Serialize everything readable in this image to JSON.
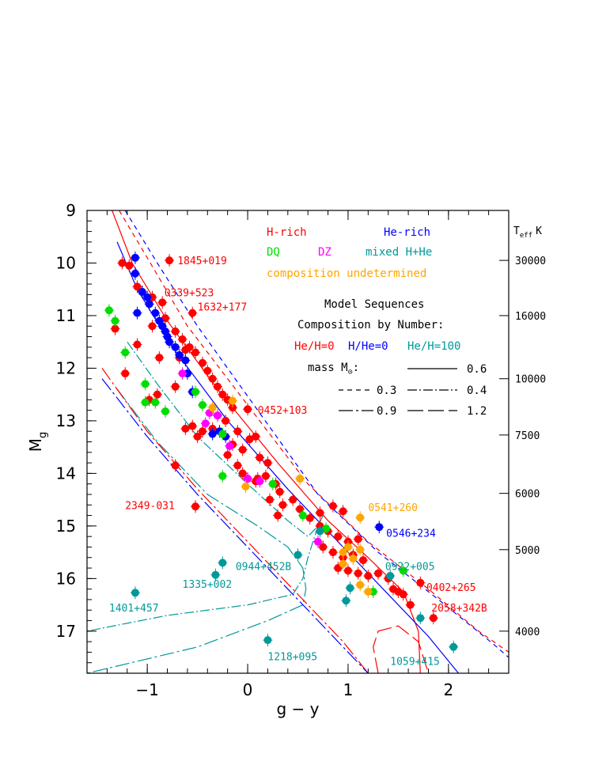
{
  "chart_data": {
    "type": "scatter",
    "xlabel": "g − y",
    "ylabel": "M",
    "ylabel_sub": "g",
    "right_label": "T",
    "right_label_sub": "eff",
    "right_label_unit": "K",
    "xlim": [
      -1.6,
      2.6
    ],
    "ylim": [
      9,
      17.8
    ],
    "y_inverted": true,
    "x_ticks": [
      -1,
      0,
      1,
      2
    ],
    "x_tick_labels": [
      "−1",
      "0",
      "1",
      "2"
    ],
    "y_ticks": [
      9,
      10,
      11,
      12,
      13,
      14,
      15,
      16,
      17
    ],
    "y_tick_labels": [
      "9",
      "10",
      "11",
      "12",
      "13",
      "14",
      "15",
      "16",
      "17"
    ],
    "teff_ticks": [
      {
        "label": "30000",
        "mg": 9.95
      },
      {
        "label": "16000",
        "mg": 11.0
      },
      {
        "label": "10000",
        "mg": 12.2
      },
      {
        "label": "7500",
        "mg": 13.27
      },
      {
        "label": "6000",
        "mg": 14.38
      },
      {
        "label": "5000",
        "mg": 15.45
      },
      {
        "label": "4000",
        "mg": 17.0
      }
    ],
    "legend": {
      "categories": [
        {
          "label": "H-rich",
          "color": "#ff0000"
        },
        {
          "label": "He-rich",
          "color": "#0000ff"
        },
        {
          "label": "DQ",
          "color": "#00dd00"
        },
        {
          "label": "DZ",
          "color": "#ff00ff"
        },
        {
          "label": "mixed H+He",
          "color": "#009999"
        },
        {
          "label": "composition undetermined",
          "color": "#ffa500"
        }
      ],
      "models_title": "Model Sequences",
      "composition_title": "Composition by Number:",
      "compositions": [
        {
          "label": "He/H=0",
          "color": "#ff0000"
        },
        {
          "label": "H/He=0",
          "color": "#0000ff"
        },
        {
          "label": "He/H=100",
          "color": "#009999"
        }
      ],
      "mass_title": "mass M",
      "masses": [
        "0.6",
        "0.3",
        "0.4",
        "0.9",
        "1.2"
      ]
    },
    "labels": [
      {
        "text": "1845+019",
        "x": -0.7,
        "y": 9.95,
        "color": "#ff0000"
      },
      {
        "text": "0339+523",
        "x": -0.83,
        "y": 10.56,
        "color": "#ff0000"
      },
      {
        "text": "1632+177",
        "x": -0.5,
        "y": 10.83,
        "color": "#ff0000"
      },
      {
        "text": "0452+103",
        "x": 0.1,
        "y": 12.79,
        "color": "#ff0000"
      },
      {
        "text": "2349-031",
        "x": -1.22,
        "y": 14.6,
        "color": "#ff0000"
      },
      {
        "text": "0541+260",
        "x": 1.2,
        "y": 14.64,
        "color": "#ffa500"
      },
      {
        "text": "0546+234",
        "x": 1.38,
        "y": 15.13,
        "color": "#0000ff"
      },
      {
        "text": "0944+452B",
        "x": -0.12,
        "y": 15.76,
        "color": "#009999"
      },
      {
        "text": "1335+002",
        "x": -0.65,
        "y": 16.1,
        "color": "#009999"
      },
      {
        "text": "1401+457",
        "x": -1.38,
        "y": 16.55,
        "color": "#009999"
      },
      {
        "text": "0922+005",
        "x": 1.37,
        "y": 15.76,
        "color": "#009999"
      },
      {
        "text": "0402+265",
        "x": 1.78,
        "y": 16.16,
        "color": "#ff0000"
      },
      {
        "text": "2058+342B",
        "x": 1.83,
        "y": 16.55,
        "color": "#ff0000"
      },
      {
        "text": "1218+095",
        "x": 0.2,
        "y": 17.48,
        "color": "#009999"
      },
      {
        "text": "1059+415",
        "x": 1.42,
        "y": 17.57,
        "color": "#009999"
      }
    ],
    "series": [
      {
        "name": "H-rich",
        "color": "#ff0000",
        "points": [
          [
            -1.25,
            10.0
          ],
          [
            -1.18,
            10.05
          ],
          [
            -1.1,
            10.45
          ],
          [
            -1.05,
            10.55
          ],
          [
            -0.95,
            10.65
          ],
          [
            -0.85,
            10.75
          ],
          [
            -0.78,
            9.95
          ],
          [
            -0.82,
            11.05
          ],
          [
            -0.72,
            11.3
          ],
          [
            -0.65,
            11.45
          ],
          [
            -0.62,
            11.65
          ],
          [
            -0.58,
            11.6
          ],
          [
            -0.68,
            11.8
          ],
          [
            -0.55,
            10.95
          ],
          [
            -0.52,
            11.7
          ],
          [
            -0.45,
            11.9
          ],
          [
            -0.4,
            12.05
          ],
          [
            -0.35,
            12.2
          ],
          [
            -0.3,
            12.35
          ],
          [
            -0.25,
            12.5
          ],
          [
            -0.2,
            12.6
          ],
          [
            -0.15,
            12.75
          ],
          [
            0.0,
            12.78
          ],
          [
            -0.3,
            12.9
          ],
          [
            -0.22,
            13.0
          ],
          [
            -0.1,
            13.2
          ],
          [
            0.02,
            13.35
          ],
          [
            0.08,
            13.3
          ],
          [
            -0.05,
            13.55
          ],
          [
            0.12,
            13.7
          ],
          [
            0.2,
            13.8
          ],
          [
            -0.2,
            13.65
          ],
          [
            -0.1,
            13.85
          ],
          [
            0.0,
            14.1
          ],
          [
            0.08,
            14.15
          ],
          [
            0.18,
            14.05
          ],
          [
            0.28,
            14.2
          ],
          [
            0.32,
            14.35
          ],
          [
            0.22,
            14.5
          ],
          [
            0.35,
            14.6
          ],
          [
            0.3,
            14.8
          ],
          [
            0.45,
            14.5
          ],
          [
            0.52,
            14.68
          ],
          [
            0.62,
            14.85
          ],
          [
            0.72,
            14.75
          ],
          [
            0.85,
            14.62
          ],
          [
            0.95,
            14.72
          ],
          [
            0.72,
            15.0
          ],
          [
            0.8,
            15.1
          ],
          [
            0.9,
            15.2
          ],
          [
            1.0,
            15.3
          ],
          [
            1.1,
            15.25
          ],
          [
            0.75,
            15.4
          ],
          [
            0.85,
            15.5
          ],
          [
            0.95,
            15.6
          ],
          [
            1.05,
            15.55
          ],
          [
            1.15,
            15.65
          ],
          [
            0.9,
            15.8
          ],
          [
            1.0,
            15.85
          ],
          [
            1.1,
            15.9
          ],
          [
            1.2,
            15.95
          ],
          [
            1.3,
            15.9
          ],
          [
            1.4,
            16.0
          ],
          [
            1.45,
            16.2
          ],
          [
            1.5,
            16.25
          ],
          [
            1.55,
            16.3
          ],
          [
            1.62,
            16.5
          ],
          [
            1.72,
            16.08
          ],
          [
            1.85,
            16.75
          ],
          [
            -0.95,
            11.2
          ],
          [
            -0.88,
            11.8
          ],
          [
            -0.98,
            12.6
          ],
          [
            -0.9,
            12.5
          ],
          [
            -0.72,
            12.35
          ],
          [
            -0.62,
            13.15
          ],
          [
            -0.55,
            13.1
          ],
          [
            -0.5,
            13.3
          ],
          [
            -0.72,
            13.85
          ],
          [
            -0.52,
            14.63
          ],
          [
            -1.22,
            12.1
          ],
          [
            -1.32,
            11.25
          ],
          [
            -1.1,
            11.55
          ],
          [
            -0.45,
            13.2
          ],
          [
            -0.35,
            13.15
          ],
          [
            -0.15,
            13.45
          ],
          [
            -0.05,
            14.0
          ],
          [
            0.1,
            14.1
          ]
        ]
      },
      {
        "name": "He-rich",
        "color": "#0000ff",
        "points": [
          [
            -1.12,
            9.9
          ],
          [
            -1.12,
            10.2
          ],
          [
            -1.05,
            10.55
          ],
          [
            -1.0,
            10.65
          ],
          [
            -0.98,
            10.78
          ],
          [
            -1.1,
            10.95
          ],
          [
            -0.92,
            10.95
          ],
          [
            -0.88,
            11.1
          ],
          [
            -0.85,
            11.2
          ],
          [
            -0.82,
            11.3
          ],
          [
            -0.8,
            11.4
          ],
          [
            -0.78,
            11.5
          ],
          [
            -0.72,
            11.6
          ],
          [
            -0.68,
            11.75
          ],
          [
            -0.62,
            11.85
          ],
          [
            -0.6,
            12.1
          ],
          [
            -0.55,
            12.45
          ],
          [
            -0.35,
            13.25
          ],
          [
            -0.28,
            13.2
          ],
          [
            -0.22,
            13.3
          ],
          [
            1.31,
            15.02
          ]
        ]
      },
      {
        "name": "DQ",
        "color": "#00dd00",
        "points": [
          [
            -1.38,
            10.9
          ],
          [
            -1.32,
            11.1
          ],
          [
            -1.22,
            11.7
          ],
          [
            -1.02,
            12.3
          ],
          [
            -1.02,
            12.65
          ],
          [
            -0.92,
            12.65
          ],
          [
            -0.82,
            12.82
          ],
          [
            -0.52,
            12.45
          ],
          [
            -0.45,
            12.7
          ],
          [
            -0.25,
            13.25
          ],
          [
            -0.25,
            14.05
          ],
          [
            0.25,
            14.2
          ],
          [
            0.55,
            14.8
          ],
          [
            0.78,
            15.05
          ],
          [
            1.25,
            16.25
          ],
          [
            1.55,
            15.85
          ]
        ]
      },
      {
        "name": "DZ",
        "color": "#ff00ff",
        "points": [
          [
            -0.65,
            12.1
          ],
          [
            -0.42,
            13.05
          ],
          [
            -0.38,
            12.85
          ],
          [
            -0.3,
            12.9
          ],
          [
            -0.18,
            13.48
          ],
          [
            0.0,
            14.1
          ],
          [
            0.12,
            14.15
          ],
          [
            0.7,
            15.3
          ]
        ]
      },
      {
        "name": "mixed H+He",
        "color": "#009999",
        "points": [
          [
            -1.12,
            16.27
          ],
          [
            -0.32,
            15.93
          ],
          [
            -0.25,
            15.7
          ],
          [
            0.2,
            17.17
          ],
          [
            0.72,
            15.1
          ],
          [
            0.98,
            16.42
          ],
          [
            1.02,
            16.18
          ],
          [
            1.42,
            15.95
          ],
          [
            1.72,
            16.75
          ],
          [
            2.05,
            17.3
          ],
          [
            0.5,
            15.55
          ]
        ]
      },
      {
        "name": "composition undetermined",
        "color": "#ffa500",
        "points": [
          [
            -0.35,
            12.75
          ],
          [
            -0.15,
            12.62
          ],
          [
            -0.02,
            14.25
          ],
          [
            0.52,
            14.1
          ],
          [
            1.12,
            14.84
          ],
          [
            1.0,
            15.4
          ],
          [
            1.12,
            15.45
          ],
          [
            1.05,
            15.62
          ],
          [
            0.95,
            15.72
          ],
          [
            1.12,
            16.12
          ],
          [
            1.2,
            16.25
          ],
          [
            0.95,
            15.5
          ]
        ]
      }
    ]
  }
}
